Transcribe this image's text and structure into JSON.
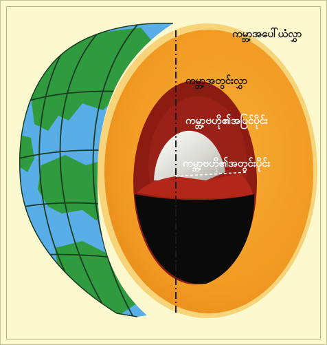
{
  "labels": {
    "crust": "ကမ္ဘာ့အပေါ်ယံလွှာ",
    "mantle": "ကမ္ဘာ့အတွင်းလွှာ",
    "outer_core": "ကမ္ဘာ့ဗဟို၏အပြင်ပိုင်း",
    "inner_core": "ကမ္ဘာ့ဗဟို၏အတွင်းပိုင်း"
  },
  "colors": {
    "background": "#fdf9cf",
    "ocean": "#5aaee8",
    "land": "#2f9a3e",
    "crust_rim": "#f7d37a",
    "mantle": "#f2a12c",
    "outer_core": "#8c1b12",
    "inner_core": "#e6e6e0",
    "core_shadow": "#0a0a0a"
  }
}
